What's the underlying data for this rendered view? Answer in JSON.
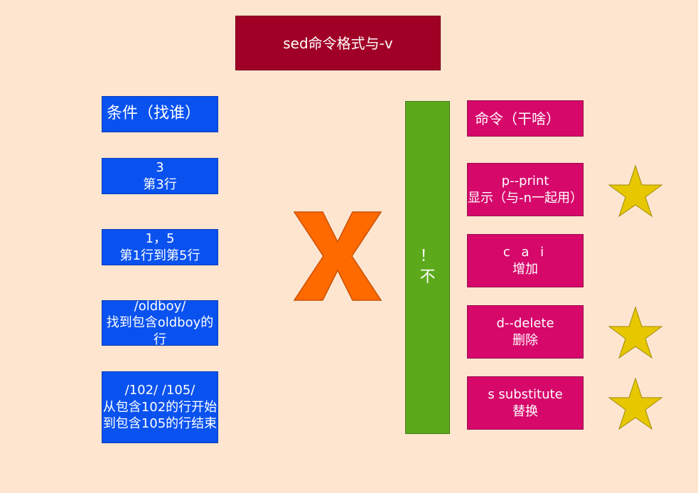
{
  "title": "sed命令格式与-v",
  "left": {
    "header": "条件（找谁）",
    "items": [
      {
        "line1": "3",
        "line2": "第3行"
      },
      {
        "line1": "1，5",
        "line2": "第1行到第5行"
      },
      {
        "line1": "/oldboy/",
        "line2": "找到包含oldboy的行"
      },
      {
        "line1": "/102/ /105/",
        "line2": "从包含102的行开始到包含105的行结束"
      }
    ]
  },
  "middle": {
    "line1": "！",
    "line2": "不"
  },
  "right": {
    "header": "命令（干啥）",
    "items": [
      {
        "line1": "p--print",
        "line2": "显示（与-n一起用）"
      },
      {
        "line1": "c a i",
        "line2": "增加"
      },
      {
        "line1": "d--delete",
        "line2": "删除"
      },
      {
        "line1": "s substitute",
        "line2": "替换"
      }
    ]
  },
  "colors": {
    "background": "#fde5d0",
    "title": "#a10026",
    "condition": "#0a52f0",
    "command": "#d6086a",
    "negation": "#5da91c",
    "cross": "#ff6a00",
    "star": "#e6c700"
  },
  "icons": {
    "cross": "x-mark-icon",
    "star": "star-icon"
  }
}
